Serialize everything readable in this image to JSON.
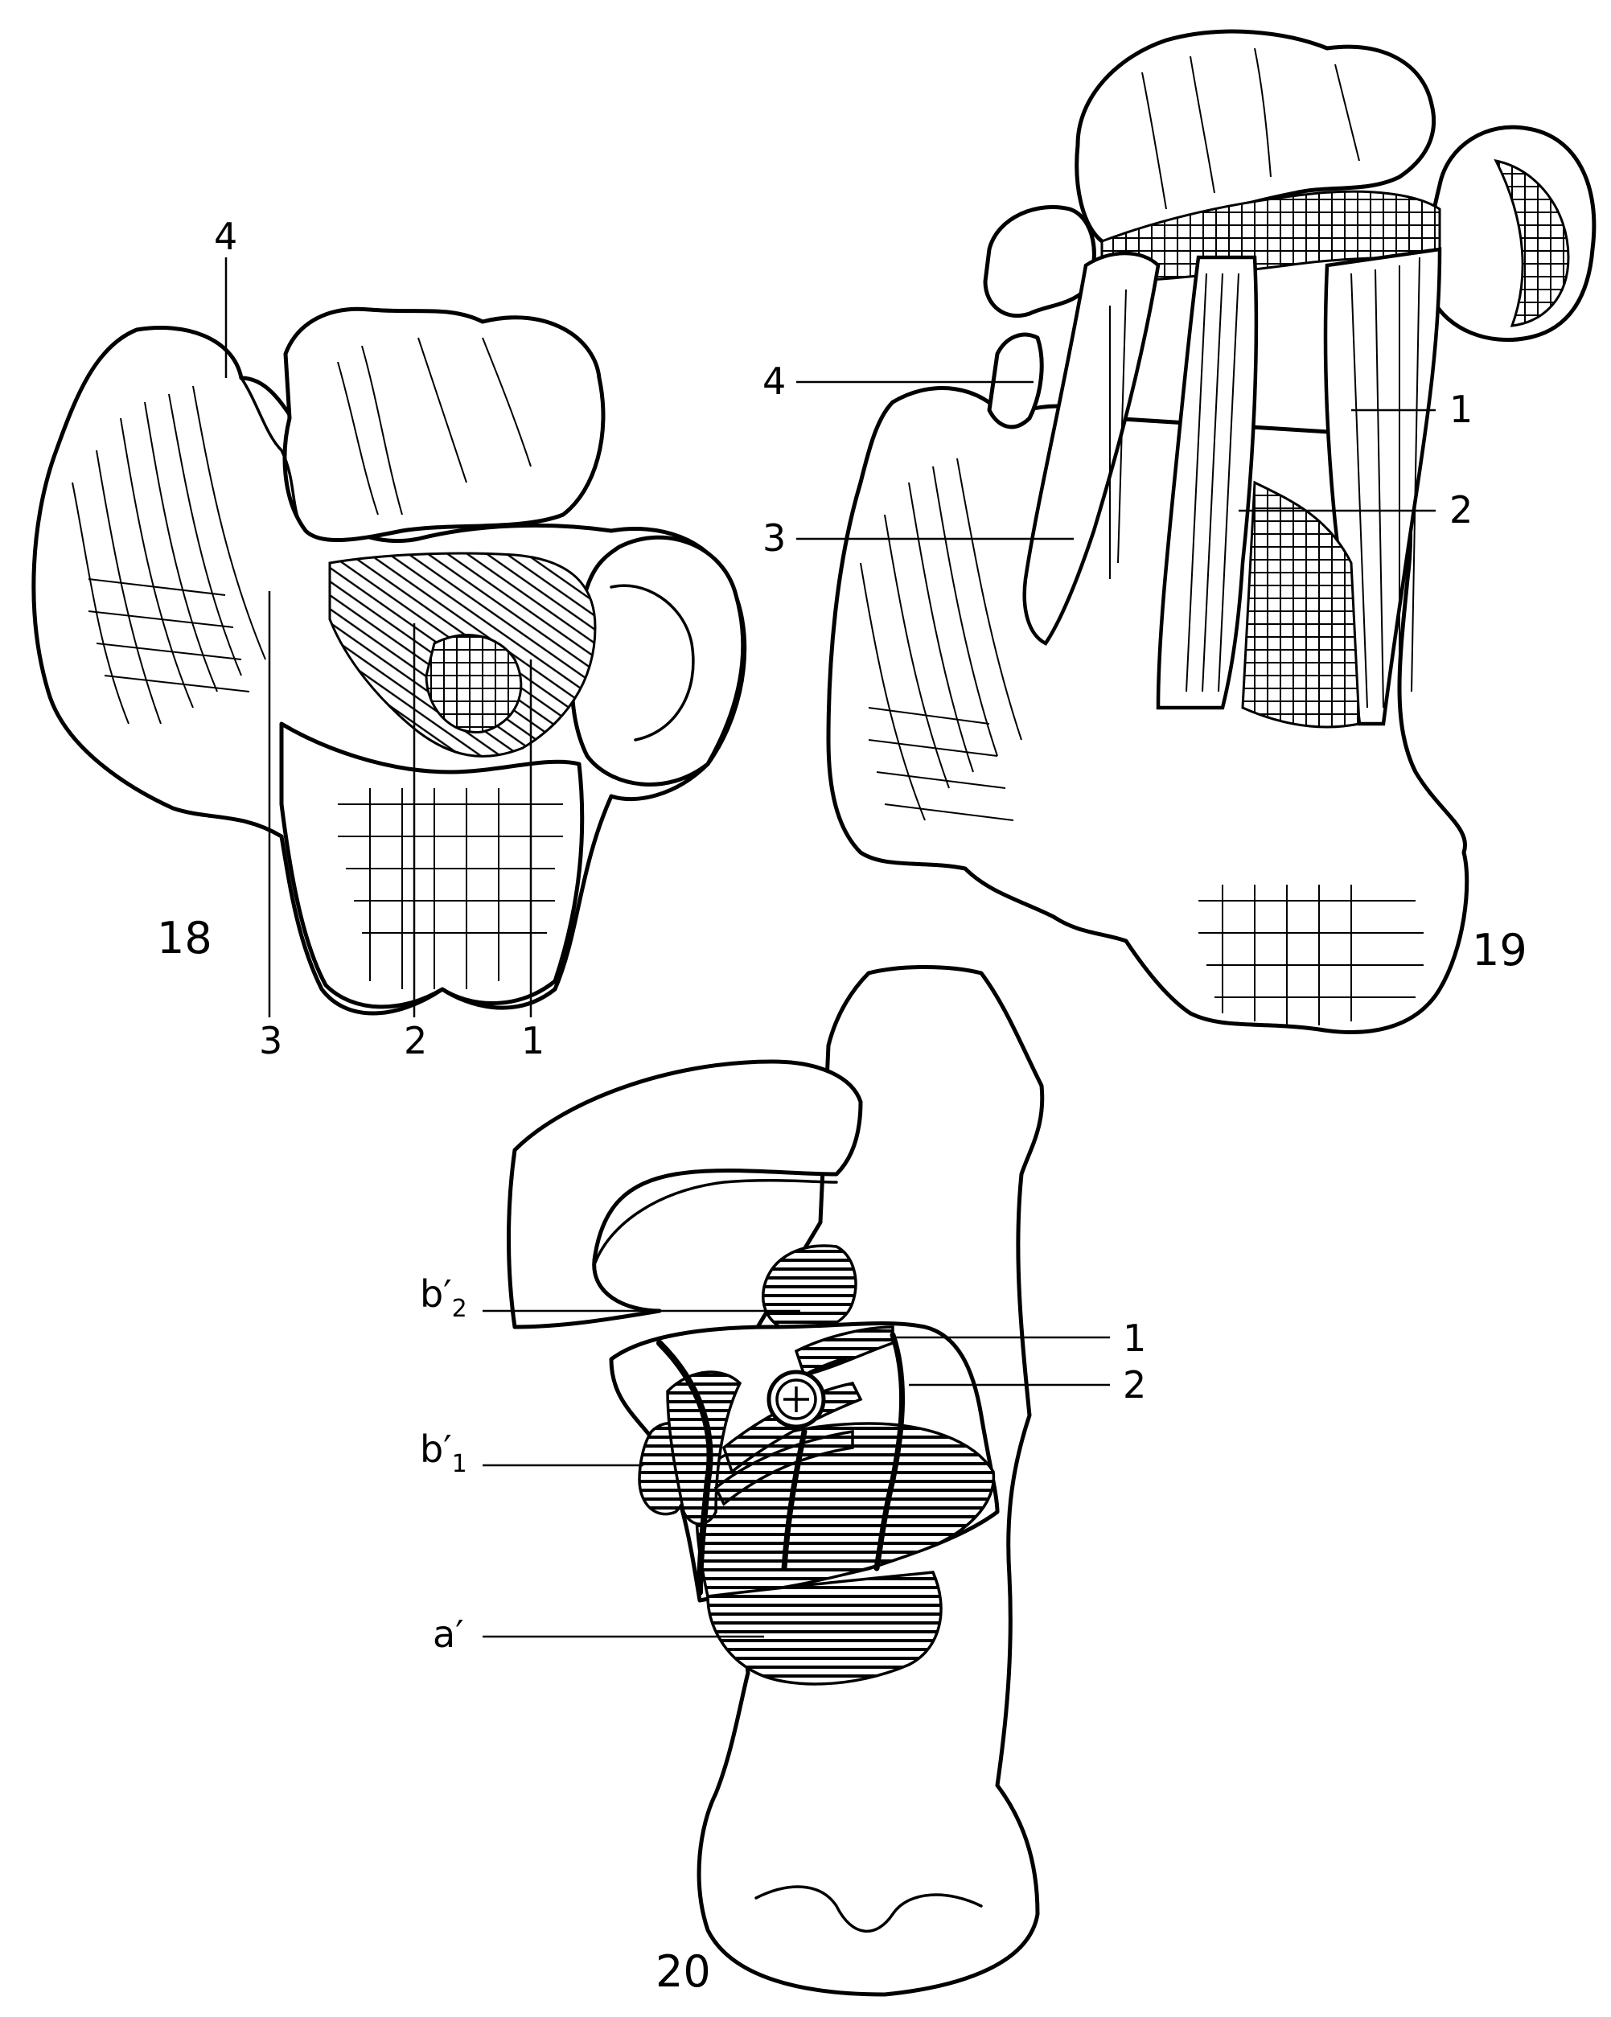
{
  "figures": [
    {
      "number": "18",
      "labels": [
        "4",
        "3",
        "2",
        "1"
      ]
    },
    {
      "number": "19",
      "labels": [
        "4",
        "3",
        "1",
        "2"
      ]
    },
    {
      "number": "20",
      "labels": [
        {
          "base": "b′",
          "sub": "2"
        },
        {
          "base": "1",
          "sub": ""
        },
        {
          "base": "2",
          "sub": ""
        },
        {
          "base": "b′",
          "sub": "1"
        },
        {
          "base": "a′",
          "sub": ""
        }
      ]
    }
  ]
}
